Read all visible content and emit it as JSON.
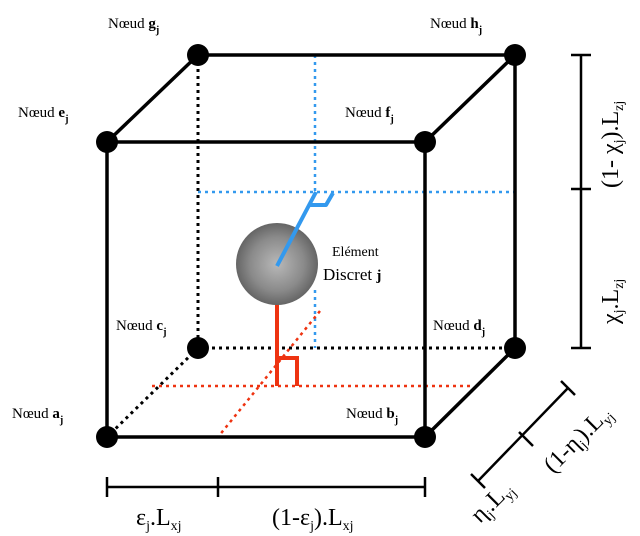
{
  "colors": {
    "edge": "#000000",
    "hidden_edge": "#000000",
    "blue": "#3399ee",
    "red": "#ee3311"
  },
  "nodes": [
    {
      "id": "g",
      "label": "Nœud",
      "key": "g",
      "sub": "j"
    },
    {
      "id": "h",
      "label": "Nœud",
      "key": "h",
      "sub": "j"
    },
    {
      "id": "e",
      "label": "Nœud",
      "key": "e",
      "sub": "j"
    },
    {
      "id": "f",
      "label": "Nœud",
      "key": "f",
      "sub": "j"
    },
    {
      "id": "c",
      "label": "Nœud",
      "key": "c",
      "sub": "j"
    },
    {
      "id": "d",
      "label": "Nœud",
      "key": "d",
      "sub": "j"
    },
    {
      "id": "a",
      "label": "Nœud",
      "key": "a",
      "sub": "j"
    },
    {
      "id": "b",
      "label": "Nœud",
      "key": "b",
      "sub": "j"
    }
  ],
  "element": {
    "line1": "Elément",
    "line2": "Discret",
    "key": "j"
  },
  "dimensions": {
    "x_left": {
      "pre": "ε",
      "sub1": "j",
      "mid": ".L",
      "sub2": "xj"
    },
    "x_right": {
      "pre": "(1-ε",
      "sub1": "j",
      "mid": ").L",
      "sub2": "xj"
    },
    "z_top": {
      "pre": "(1- χ",
      "sub1": "j",
      "mid": ").L",
      "sub2": "zj"
    },
    "z_bottom": {
      "pre": "χ",
      "sub1": "j",
      "mid": ".L",
      "sub2": "zj"
    },
    "y_near": {
      "pre": "η",
      "sub1": "j",
      "mid": ".L",
      "sub2": "yj"
    },
    "y_far": {
      "pre": "(1-η",
      "sub1": "j",
      "mid": ").L",
      "sub2": "yj"
    }
  }
}
